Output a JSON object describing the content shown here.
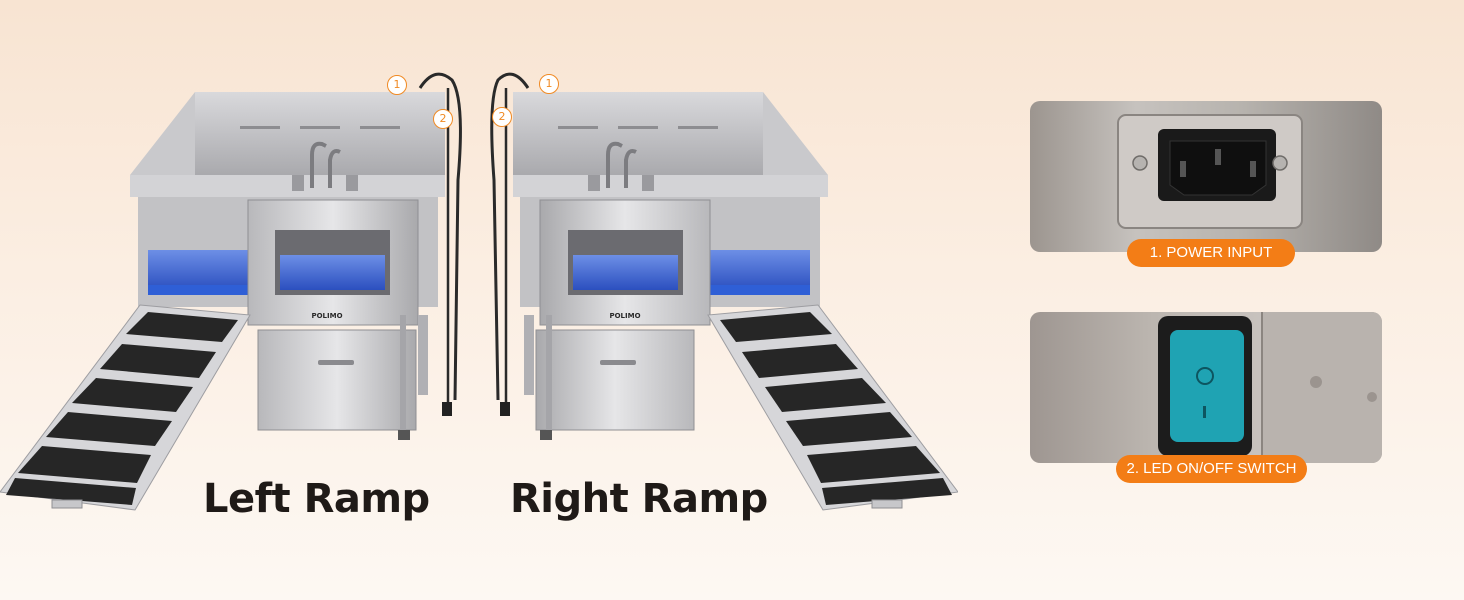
{
  "product": {
    "brand": "POLIMO"
  },
  "ramps": {
    "left_label": "Left Ramp",
    "right_label": "Right Ramp",
    "callout_1": "1",
    "callout_2": "2"
  },
  "features": {
    "power_input": "1.   POWER INPUT",
    "led_switch": "2. LED ON/OFF SWITCH"
  },
  "colors": {
    "accent": "#f37d16",
    "callout": "#f08a24",
    "background": "#f8e4d2",
    "led_blue": "#3d6de0"
  }
}
